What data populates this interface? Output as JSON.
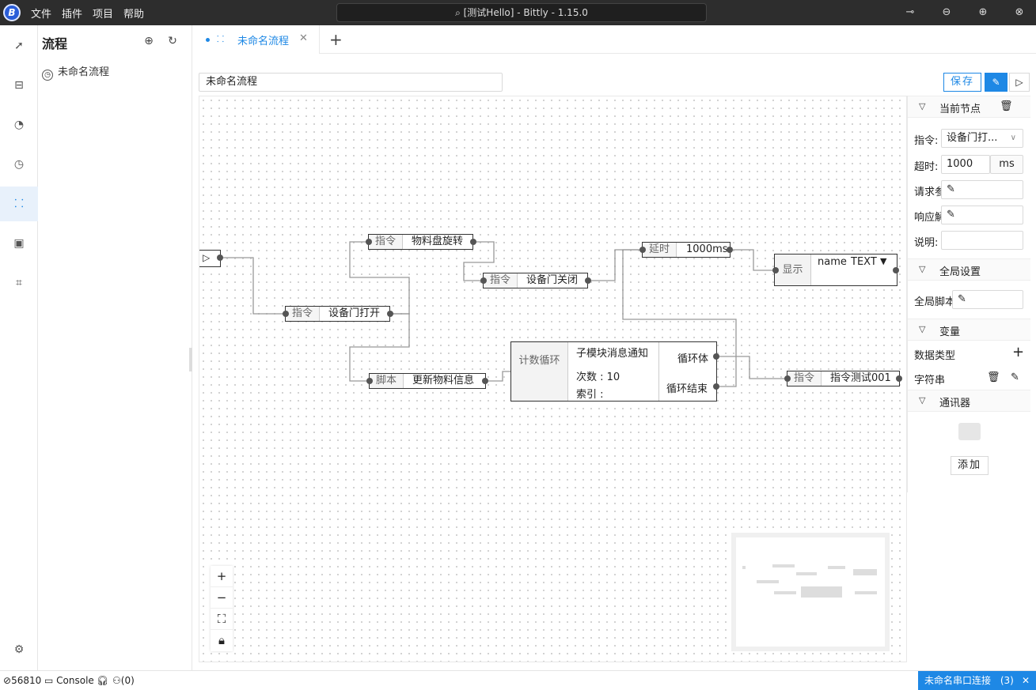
{
  "titlebar": {
    "logo": "B",
    "menu": [
      "文件",
      "插件",
      "项目",
      "帮助"
    ],
    "search_title": "[测试Hello] - Bittly - 1.15.0",
    "window_buttons": [
      "pin-icon",
      "minimize-icon",
      "maximize-icon",
      "close-icon"
    ]
  },
  "activity": {
    "items": [
      "rocket-icon",
      "serial-icon",
      "dashboard-icon",
      "history-icon",
      "flow-icon",
      "panel-icon",
      "scan-icon"
    ],
    "active": "flow-icon",
    "settings": "gear-icon"
  },
  "explorer": {
    "title": "流程",
    "items": [
      {
        "label": "未命名流程",
        "icon": "flow-icon"
      }
    ]
  },
  "tabs": [
    {
      "label": "未命名流程",
      "active": true
    }
  ],
  "toolbar": {
    "flow_name": "未命名流程",
    "save_label": "保存",
    "edit_icon": "edit-icon",
    "run_icon": "play-icon"
  },
  "nodes": {
    "cmd_turn": {
      "kind": "指令",
      "name": "物料盘旋转"
    },
    "cmd_close": {
      "kind": "指令",
      "name": "设备门关闭"
    },
    "cmd_open": {
      "kind": "指令",
      "name": "设备门打开"
    },
    "script": {
      "kind": "脚本",
      "name": "更新物料信息"
    },
    "delay": {
      "kind": "延时",
      "name": "1000ms"
    },
    "show": {
      "kind": "显示",
      "name": "name",
      "type": "TEXT"
    },
    "loop": {
      "kind": "计数循环",
      "title": "子模块消息通知",
      "count_label": "次数 : 10",
      "index_label": "索引 :",
      "body": "循环体",
      "end": "循环结束"
    },
    "cmd_test": {
      "kind": "指令",
      "name": "指令测试001"
    }
  },
  "canvas_controls": [
    "zoom-in-icon",
    "zoom-out-icon",
    "fit-view-icon",
    "lock-icon"
  ],
  "panel": {
    "current_node": {
      "title": "当前节点",
      "cmd_label": "指令:",
      "cmd_value": "设备门打...",
      "timeout_label": "超时:",
      "timeout_value": "1000",
      "timeout_unit": "ms",
      "request_label": "请求参数",
      "response_label": "响应解析",
      "desc_label": "说明:",
      "desc_value": ""
    },
    "global": {
      "title": "全局设置",
      "script_label": "全局脚本"
    },
    "variables": {
      "title": "变量",
      "type_header": "数据类型",
      "rows": [
        "字符串"
      ]
    },
    "comm": {
      "title": "通讯器",
      "add_label": "添加"
    }
  },
  "statusbar": {
    "port": "56810",
    "console": "Console",
    "users": "(0)",
    "serial": "未命名串口连接",
    "serial_count": "(3)"
  }
}
